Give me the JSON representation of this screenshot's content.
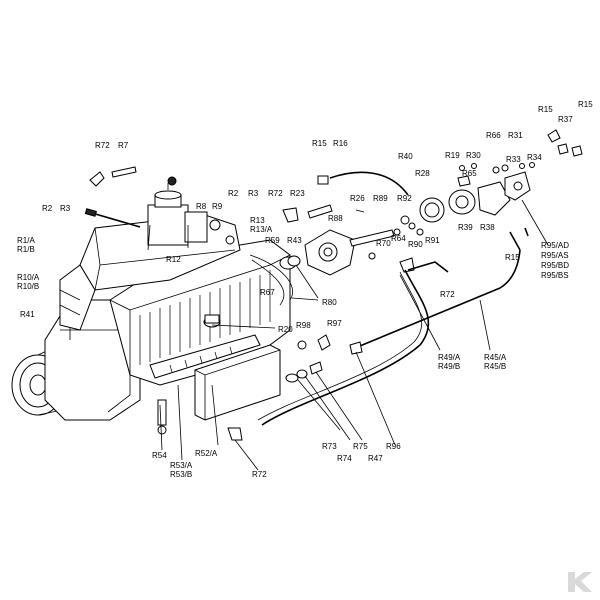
{
  "labels": [
    "R72",
    "R7",
    "R15",
    "R16",
    "R40",
    "R19",
    "R30",
    "R66",
    "R31",
    "R15",
    "R37",
    "R15",
    "R33",
    "R34",
    "R65",
    "R28",
    "R2",
    "R3",
    "R8",
    "R9",
    "R2",
    "R3",
    "R72",
    "R23",
    "R26",
    "R89",
    "R92",
    "R13",
    "R13/A",
    "R88",
    "R59",
    "R43",
    "R70",
    "R64",
    "R90",
    "R91",
    "R39",
    "R38",
    "R95/AD",
    "R95/AS",
    "R95/BD",
    "R95/BS",
    "R15",
    "R12",
    "R1/A",
    "R1/B",
    "R10/A",
    "R10/B",
    "R67",
    "R80",
    "R72",
    "R41",
    "R20",
    "R98",
    "R97",
    "R49/A",
    "R49/B",
    "R45/A",
    "R45/B",
    "R73",
    "R74",
    "R75",
    "R47",
    "R96",
    "R54",
    "R53/A",
    "R53/B",
    "R52/A",
    "R72"
  ],
  "brand": {
    "logo_icon": "kramp-logo-icon",
    "logo_color": "#d9d9d9"
  }
}
